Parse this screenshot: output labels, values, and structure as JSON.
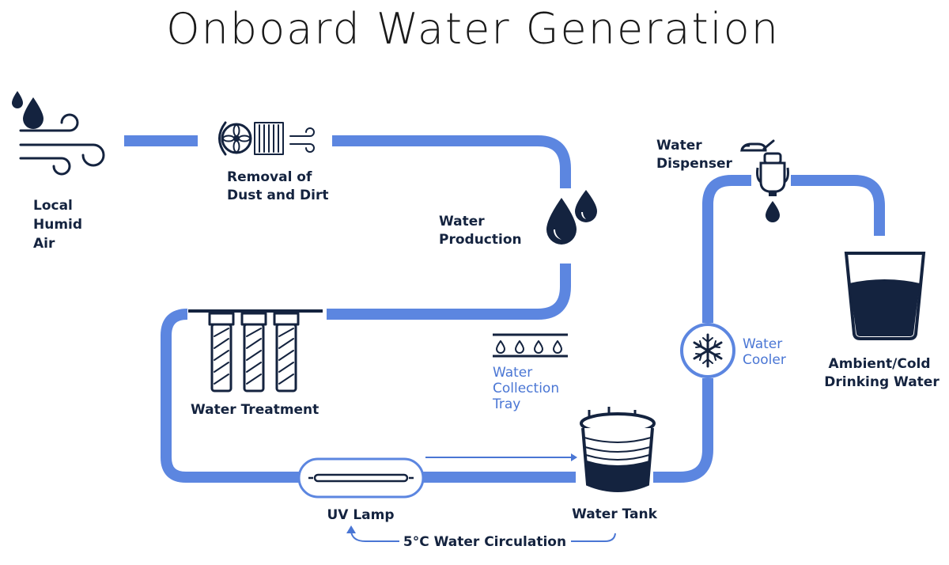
{
  "title": "Onboard Water Generation",
  "labels": {
    "humid_air": [
      "Local",
      "Humid",
      "Air"
    ],
    "dust_removal": [
      "Removal of",
      "Dust and Dirt"
    ],
    "water_production": [
      "Water",
      "Production"
    ],
    "water_treatment": "Water Treatment",
    "collection_tray": [
      "Water",
      "Collection",
      "Tray"
    ],
    "uv_lamp": "UV Lamp",
    "water_tank": "Water Tank",
    "circulation": "5°C Water Circulation",
    "water_cooler": [
      "Water",
      "Cooler"
    ],
    "water_dispenser": [
      "Water",
      "Dispenser"
    ],
    "drinking_water": [
      "Ambient/Cold",
      "Drinking Water"
    ]
  },
  "icons": {
    "humid_air": "water-drops-wind-icon",
    "dust_removal": "air-filter-fan-icon",
    "water_production": "water-drops-icon",
    "water_treatment": "filter-cartridges-icon",
    "collection_tray": "collection-tray-icon",
    "uv_lamp": "uv-lamp-icon",
    "water_tank": "water-tank-icon",
    "water_cooler": "snowflake-icon",
    "water_dispenser": "faucet-icon",
    "drinking_water": "glass-of-water-icon"
  },
  "colors": {
    "pipe": "#5c86e0",
    "accent_blue": "#4a76d4",
    "navy": "#14233f"
  }
}
